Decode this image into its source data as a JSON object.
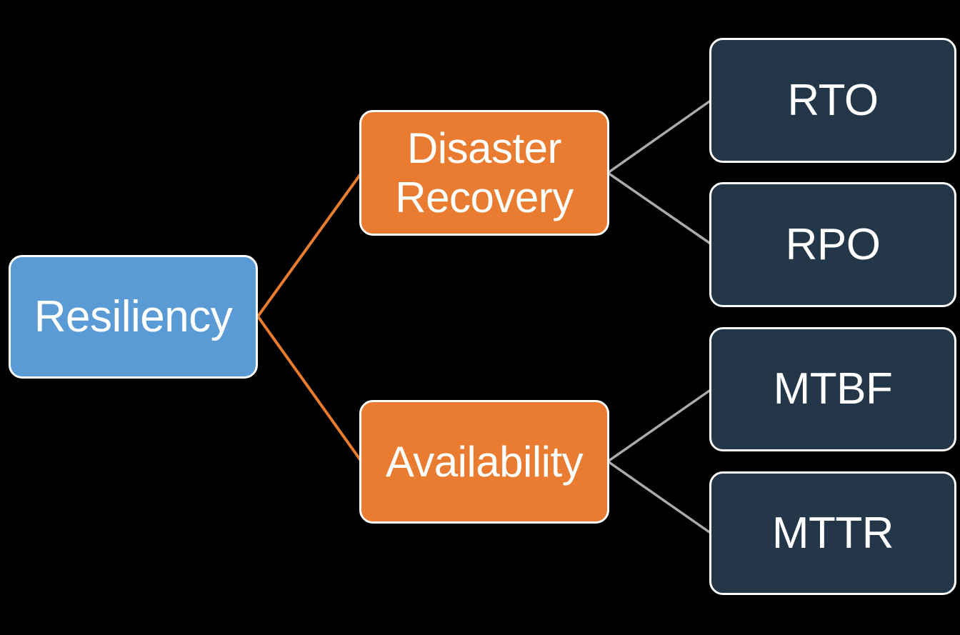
{
  "diagram": {
    "nodes": {
      "resiliency": {
        "label": "Resiliency",
        "level": 1
      },
      "disaster_recovery": {
        "label": "Disaster Recovery",
        "level": 2
      },
      "availability": {
        "label": "Availability",
        "level": 2
      },
      "rto": {
        "label": "RTO",
        "level": 3
      },
      "rpo": {
        "label": "RPO",
        "level": 3
      },
      "mtbf": {
        "label": "MTBF",
        "level": 3
      },
      "mttr": {
        "label": "MTTR",
        "level": 3
      }
    },
    "edges": [
      {
        "from": "resiliency",
        "to": "disaster_recovery",
        "color_role": "edge_orange"
      },
      {
        "from": "resiliency",
        "to": "availability",
        "color_role": "edge_orange"
      },
      {
        "from": "disaster_recovery",
        "to": "rto",
        "color_role": "edge_gray"
      },
      {
        "from": "disaster_recovery",
        "to": "rpo",
        "color_role": "edge_gray"
      },
      {
        "from": "availability",
        "to": "mtbf",
        "color_role": "edge_gray"
      },
      {
        "from": "availability",
        "to": "mttr",
        "color_role": "edge_gray"
      }
    ],
    "colors": {
      "background": "#000000",
      "root_fill": "#5B9BD5",
      "branch_fill": "#E97C30",
      "leaf_fill": "#243748",
      "node_border": "#FFFFFF",
      "text": "#FFFFFF",
      "edge_orange": "#E87C2F",
      "edge_gray": "#ABABAB"
    }
  }
}
